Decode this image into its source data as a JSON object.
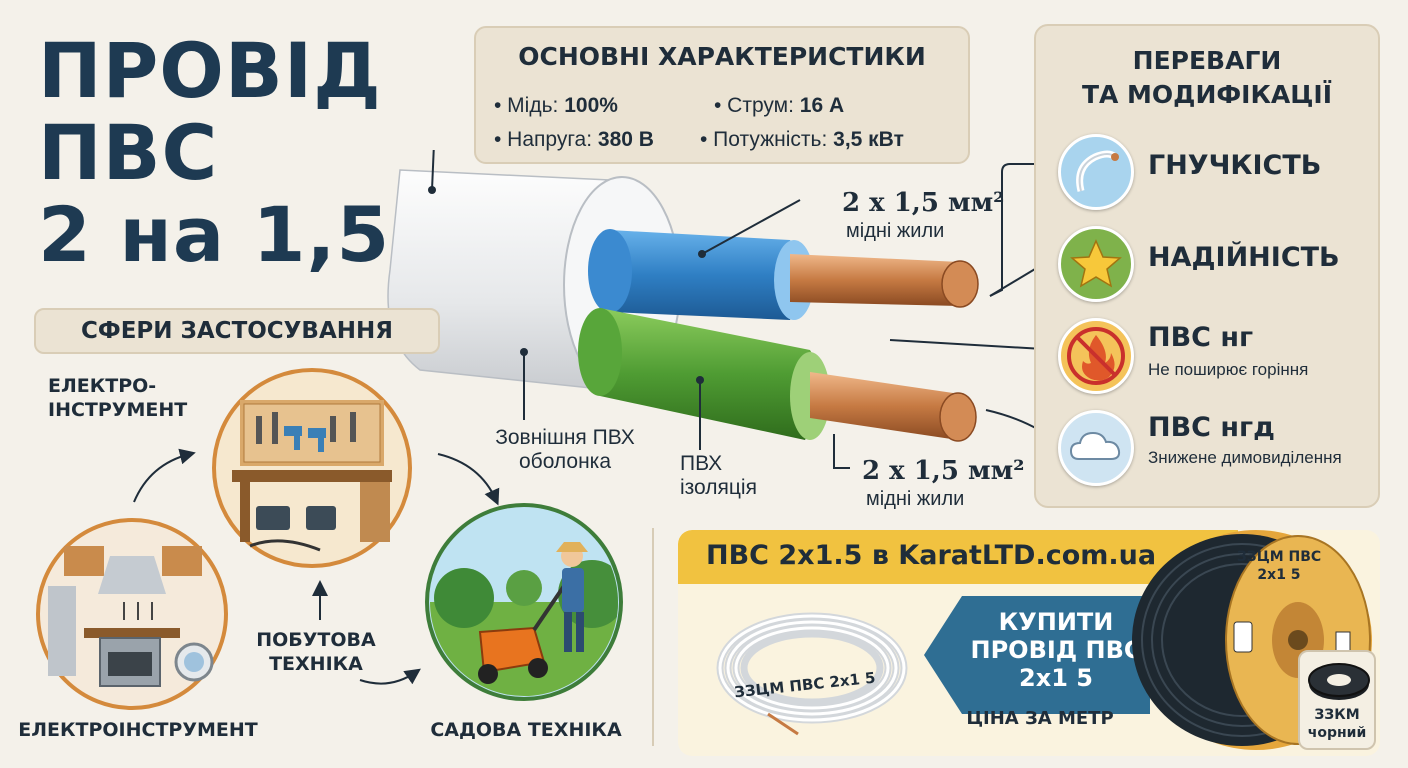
{
  "title": {
    "line1": "ПРОВІД",
    "line2": "ПВС",
    "line3": "2 на 1,5"
  },
  "specs": {
    "heading": "ОСНОВНІ ХАРАКТЕРИСТИКИ",
    "items": [
      {
        "label": "• Мідь:",
        "value": "100%"
      },
      {
        "label": "• Струм:",
        "value": "16 А"
      },
      {
        "label": "• Напруга:",
        "value": "380 В"
      },
      {
        "label": "• Потужність:",
        "value": "3,5 кВт"
      }
    ]
  },
  "wire": {
    "core_top": {
      "label": "2 х 1,5 мм²",
      "sub": "мідні жили"
    },
    "core_bottom": {
      "label": "2 х 1,5 мм²",
      "sub": "мідні жили"
    },
    "sheath_label": "Зовнішня ПВХ оболонка",
    "insulation_label": "ПВХ ізоляція",
    "colors": {
      "sheath": "#eef0f1",
      "blue": "#2f7fc4",
      "green": "#4f9c33",
      "copper": "#c67a43"
    }
  },
  "advantages": {
    "heading_line1": "ПЕРЕВАГИ",
    "heading_line2": "ТА МОДИФІКАЦІЇ",
    "items": [
      {
        "label": "ГНУЧКІСТЬ",
        "sub": "",
        "icon": "flexible-cable-icon"
      },
      {
        "label": "НАДІЙНІСТЬ",
        "sub": "",
        "icon": "star-icon"
      },
      {
        "label": "ПВС нг",
        "sub": "Не поширює горіння",
        "icon": "no-fire-icon"
      },
      {
        "label": "ПВС нгд",
        "sub": "Знижене димовиділення",
        "icon": "cloud-icon"
      }
    ]
  },
  "applications": {
    "heading": "СФЕРИ ЗАСТОСУВАННЯ",
    "caption_tools_top": "ЕЛЕКТРО-ІНСТРУМЕНТ",
    "caption_tools_bottom": "ЕЛЕКТРОІНСТРУМЕНТ",
    "caption_household": "ПОБУТОВА ТЕХНІКА",
    "caption_garden": "САДОВА ТЕХНІКА"
  },
  "shop": {
    "header": "ПВС 2х1.5 в KaratLTD.com.ua",
    "buy_button": "КУПИТИ ПРОВІД ПВС 2х1 5",
    "price_label": "ЦІНА ЗА МЕТР",
    "coil_label": "ЗЗЦМ ПВС 2х1 5",
    "drum_label": "ЗЗЦМ ПВС 2х1 5",
    "black_coil_label": "ЗЗКМ чорний",
    "accent": "#f1c240",
    "button_color": "#2f6e93"
  }
}
